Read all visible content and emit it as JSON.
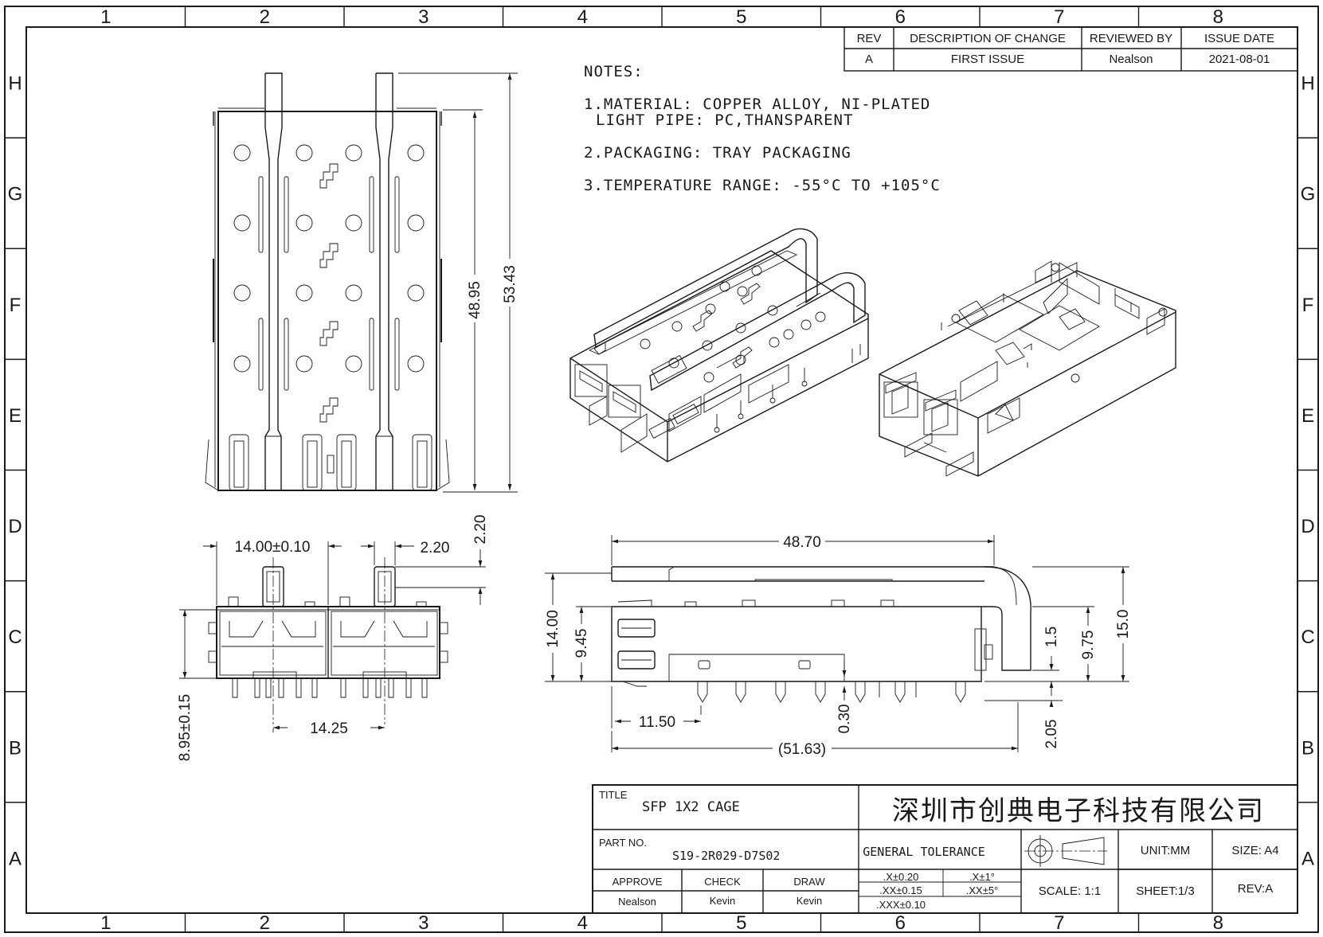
{
  "border": {
    "columns": [
      "1",
      "2",
      "3",
      "4",
      "5",
      "6",
      "7",
      "8"
    ],
    "rows": [
      "H",
      "G",
      "F",
      "E",
      "D",
      "C",
      "B",
      "A"
    ]
  },
  "revision_table": {
    "headers": [
      "REV",
      "DESCRIPTION OF CHANGE",
      "REVIEWED BY",
      "ISSUE DATE"
    ],
    "rows": [
      [
        "A",
        "FIRST ISSUE",
        "Nealson",
        "2021-08-01"
      ]
    ]
  },
  "notes": {
    "heading": "NOTES:",
    "lines": [
      "1.MATERIAL: COPPER ALLOY, NI-PLATED",
      "LIGHT PIPE: PC,THANSPARENT",
      "2.PACKAGING: TRAY PACKAGING",
      "3.TEMPERATURE RANGE: -55°C TO +105°C"
    ]
  },
  "dimensions": {
    "top_inner_height": "48.95",
    "top_outer_height": "53.43",
    "front_width": "14.00±0.10",
    "front_tab_width": "2.20",
    "front_tab_height": "2.20",
    "front_pitch": "14.25",
    "front_height": "8.95±0.15",
    "side_length": "48.70",
    "side_height": "14.00",
    "side_inner_height": "9.45",
    "side_offset": "11.50",
    "side_gap": "0.30",
    "side_total": "(51.63)",
    "side_pin": "1.5",
    "side_mid": "9.75",
    "side_full": "15.0",
    "side_pin_len": "2.05"
  },
  "title_block": {
    "title_label": "TITLE",
    "title": "SFP 1X2 CAGE",
    "part_label": "PART NO.",
    "part_no": "S19-2R029-D7S02",
    "company": "深圳市创典电子科技有限公司",
    "general_tolerance": "GENERAL TOLERANCE",
    "tol": [
      ".X±0.20",
      ".XX±0.15",
      ".XXX±0.10"
    ],
    "ang_tol": [
      ".X±1°",
      ".XX±5°"
    ],
    "unit": "UNIT:MM",
    "size": "SIZE: A4",
    "scale": "SCALE: 1:1",
    "sheet": "SHEET:1/3",
    "rev": "REV:A",
    "approve_label": "APPROVE",
    "check_label": "CHECK",
    "draw_label": "DRAW",
    "approve": "Nealson",
    "check": "Kevin",
    "draw": "Kevin"
  }
}
